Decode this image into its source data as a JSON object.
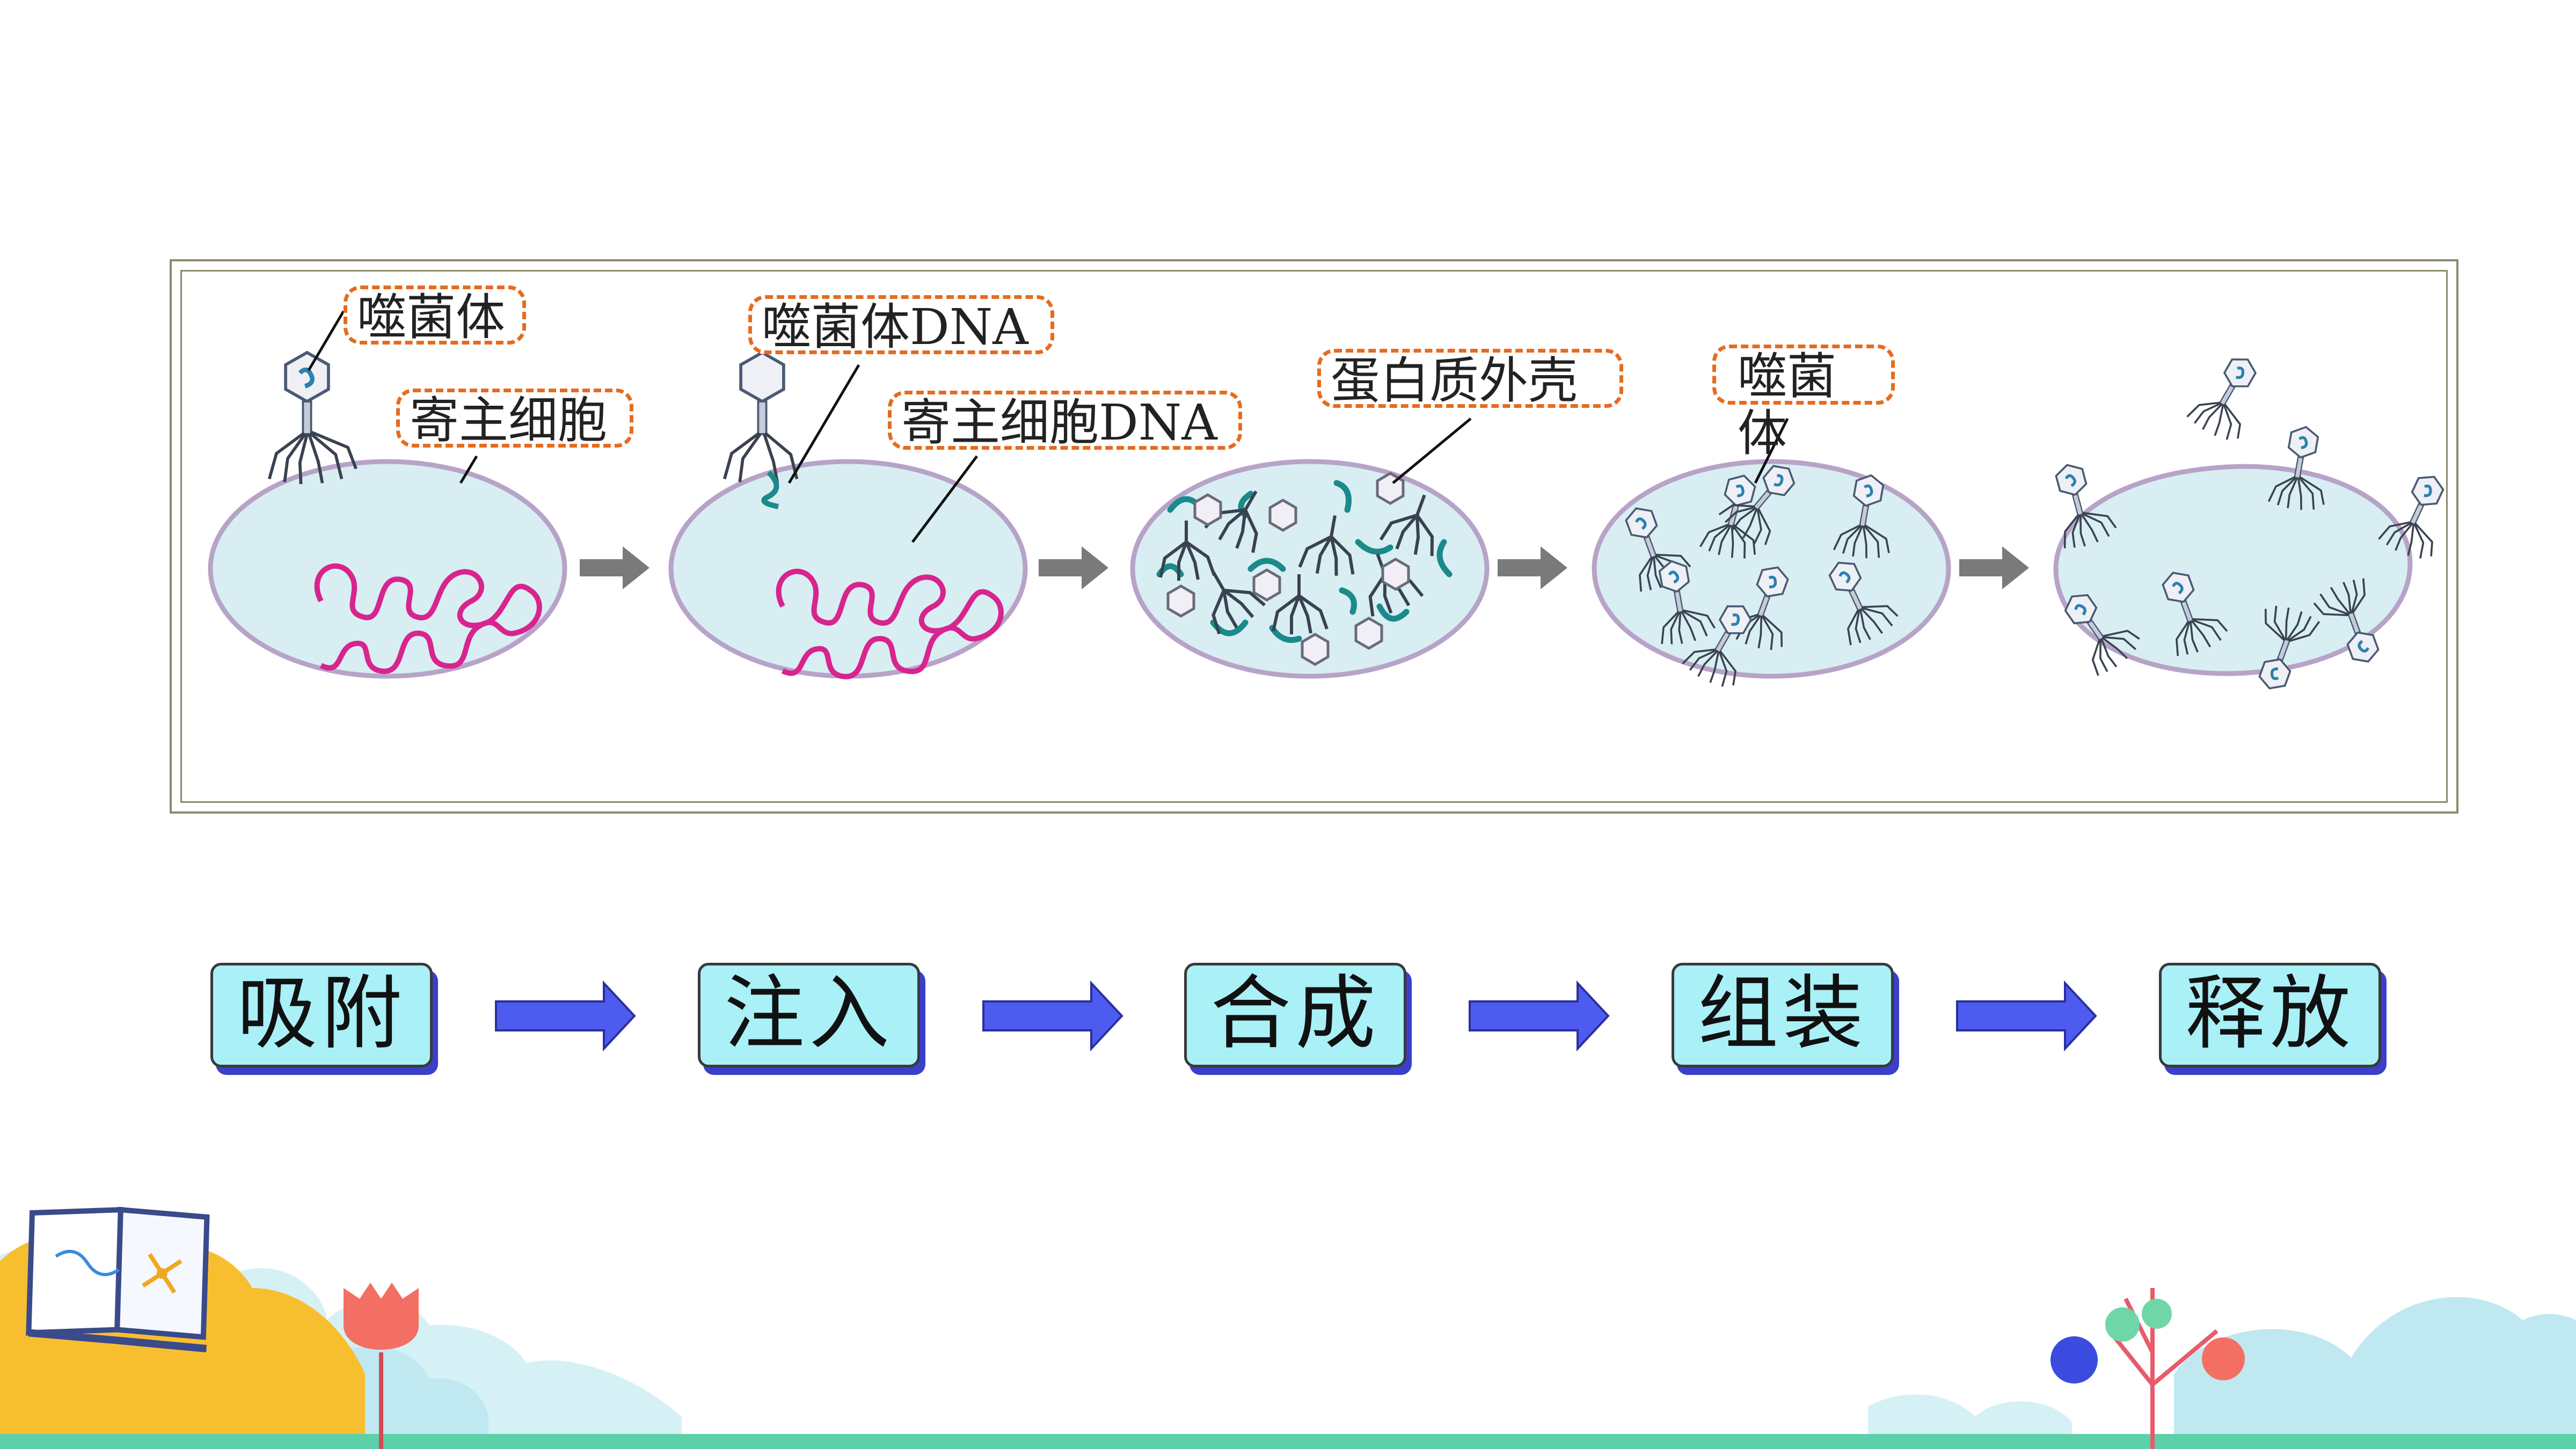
{
  "diagram": {
    "labels": {
      "phage_1": "噬菌体",
      "host_cell_1": "寄主细胞",
      "phage_dna": "噬菌体DNA",
      "host_cell_dna": "寄主细胞DNA",
      "protein_coat": "蛋白质外壳",
      "phage_4": "噬菌体"
    }
  },
  "stages": [
    {
      "label": "吸附"
    },
    {
      "label": "注入"
    },
    {
      "label": "合成"
    },
    {
      "label": "组装"
    },
    {
      "label": "释放"
    }
  ],
  "colors": {
    "stage_box_fill": "#a9f0f7",
    "stage_box_shadow": "#3b3fc9",
    "stage_arrow": "#4d5bef",
    "callout_border": "#e66b1e",
    "cell_fill": "#d8eef3",
    "cell_border": "#b8a3c8",
    "host_dna": "#d8248e",
    "phage_dna_fragment": "#1a8a8a",
    "grey_arrow": "#7a7a7a"
  }
}
